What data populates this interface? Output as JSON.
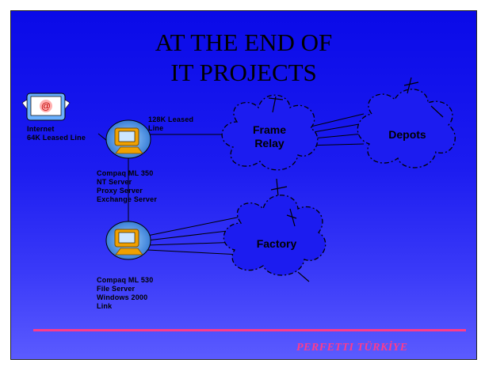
{
  "slide": {
    "title_line1": "AT THE END OF",
    "title_line2": "IT PROJECTS",
    "footer": "PERFETTI TÜRKİYE",
    "accent_color": "#ff3b8a",
    "background_color": "#1c1cf0"
  },
  "nodes": {
    "internet": {
      "label": "Internet\n64K Leased Line",
      "icon": "email-globe-icon"
    },
    "server1": {
      "label": "Compaq ML 350\nNT Server\nProxy Server\nExchange Server",
      "icon": "computer-icon"
    },
    "server2": {
      "label": "Compaq ML 530\nFile Server\nWindows 2000\nLink",
      "icon": "computer-icon"
    },
    "frame_relay": {
      "label": "Frame\nRelay",
      "icon": "cloud-icon"
    },
    "depots": {
      "label": "Depots",
      "icon": "cloud-icon"
    },
    "factory": {
      "label": "Factory",
      "icon": "cloud-icon"
    }
  },
  "links": {
    "leased_128k": "128K Leased\nLine"
  }
}
